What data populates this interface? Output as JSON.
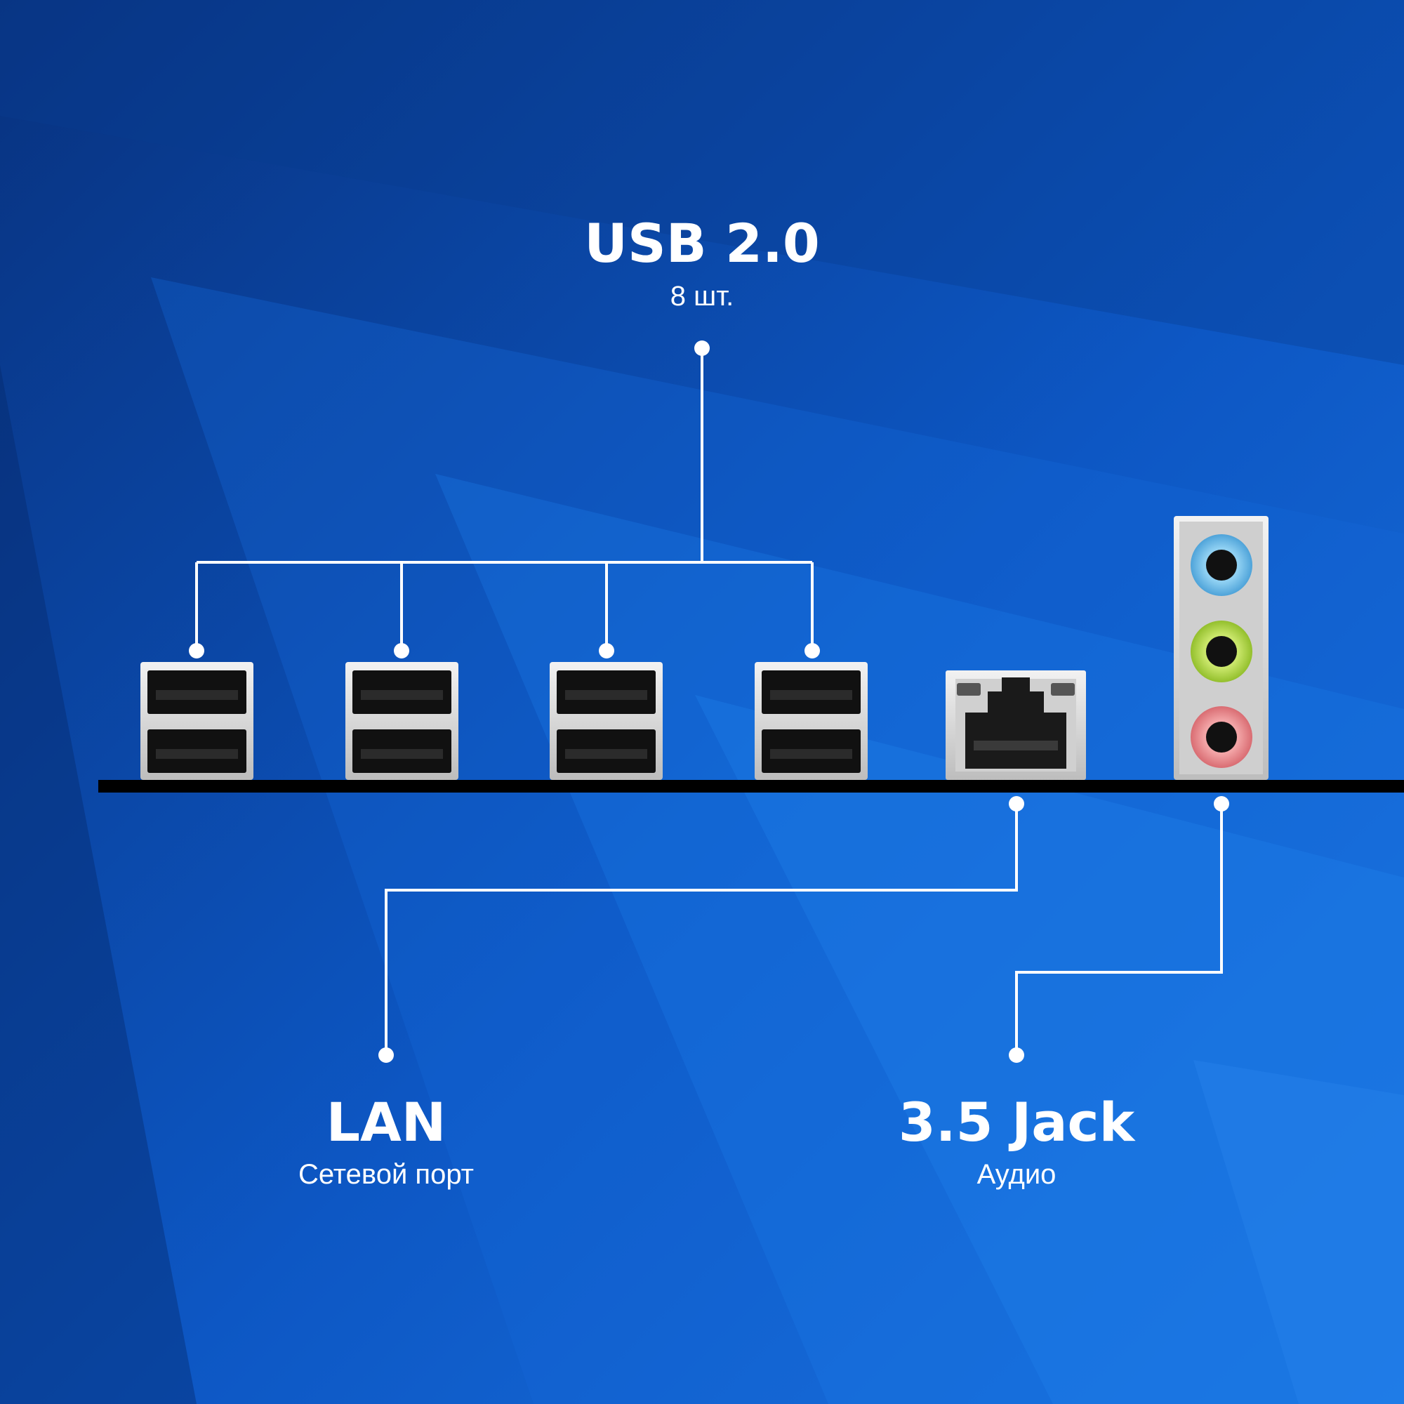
{
  "colors": {
    "background_dark": "#08327f",
    "background_light": "#1a73e0",
    "line": "#ffffff",
    "bar": "#000000",
    "metal": "#d6d6d6",
    "audio_blue": "#66b8e8",
    "audio_green": "#b2d64a",
    "audio_pink": "#e8888c"
  },
  "callouts": {
    "usb": {
      "title": "USB 2.0",
      "subtitle": "8 шт."
    },
    "lan": {
      "title": "LAN",
      "subtitle": "Сетевой порт"
    },
    "jack": {
      "title": "3.5 Jack",
      "subtitle": "Аудио"
    }
  },
  "ports": {
    "usb_stacks": 4,
    "usb_per_stack": 2,
    "lan_ports": 1,
    "audio_jacks": [
      "blue",
      "green",
      "pink"
    ]
  }
}
